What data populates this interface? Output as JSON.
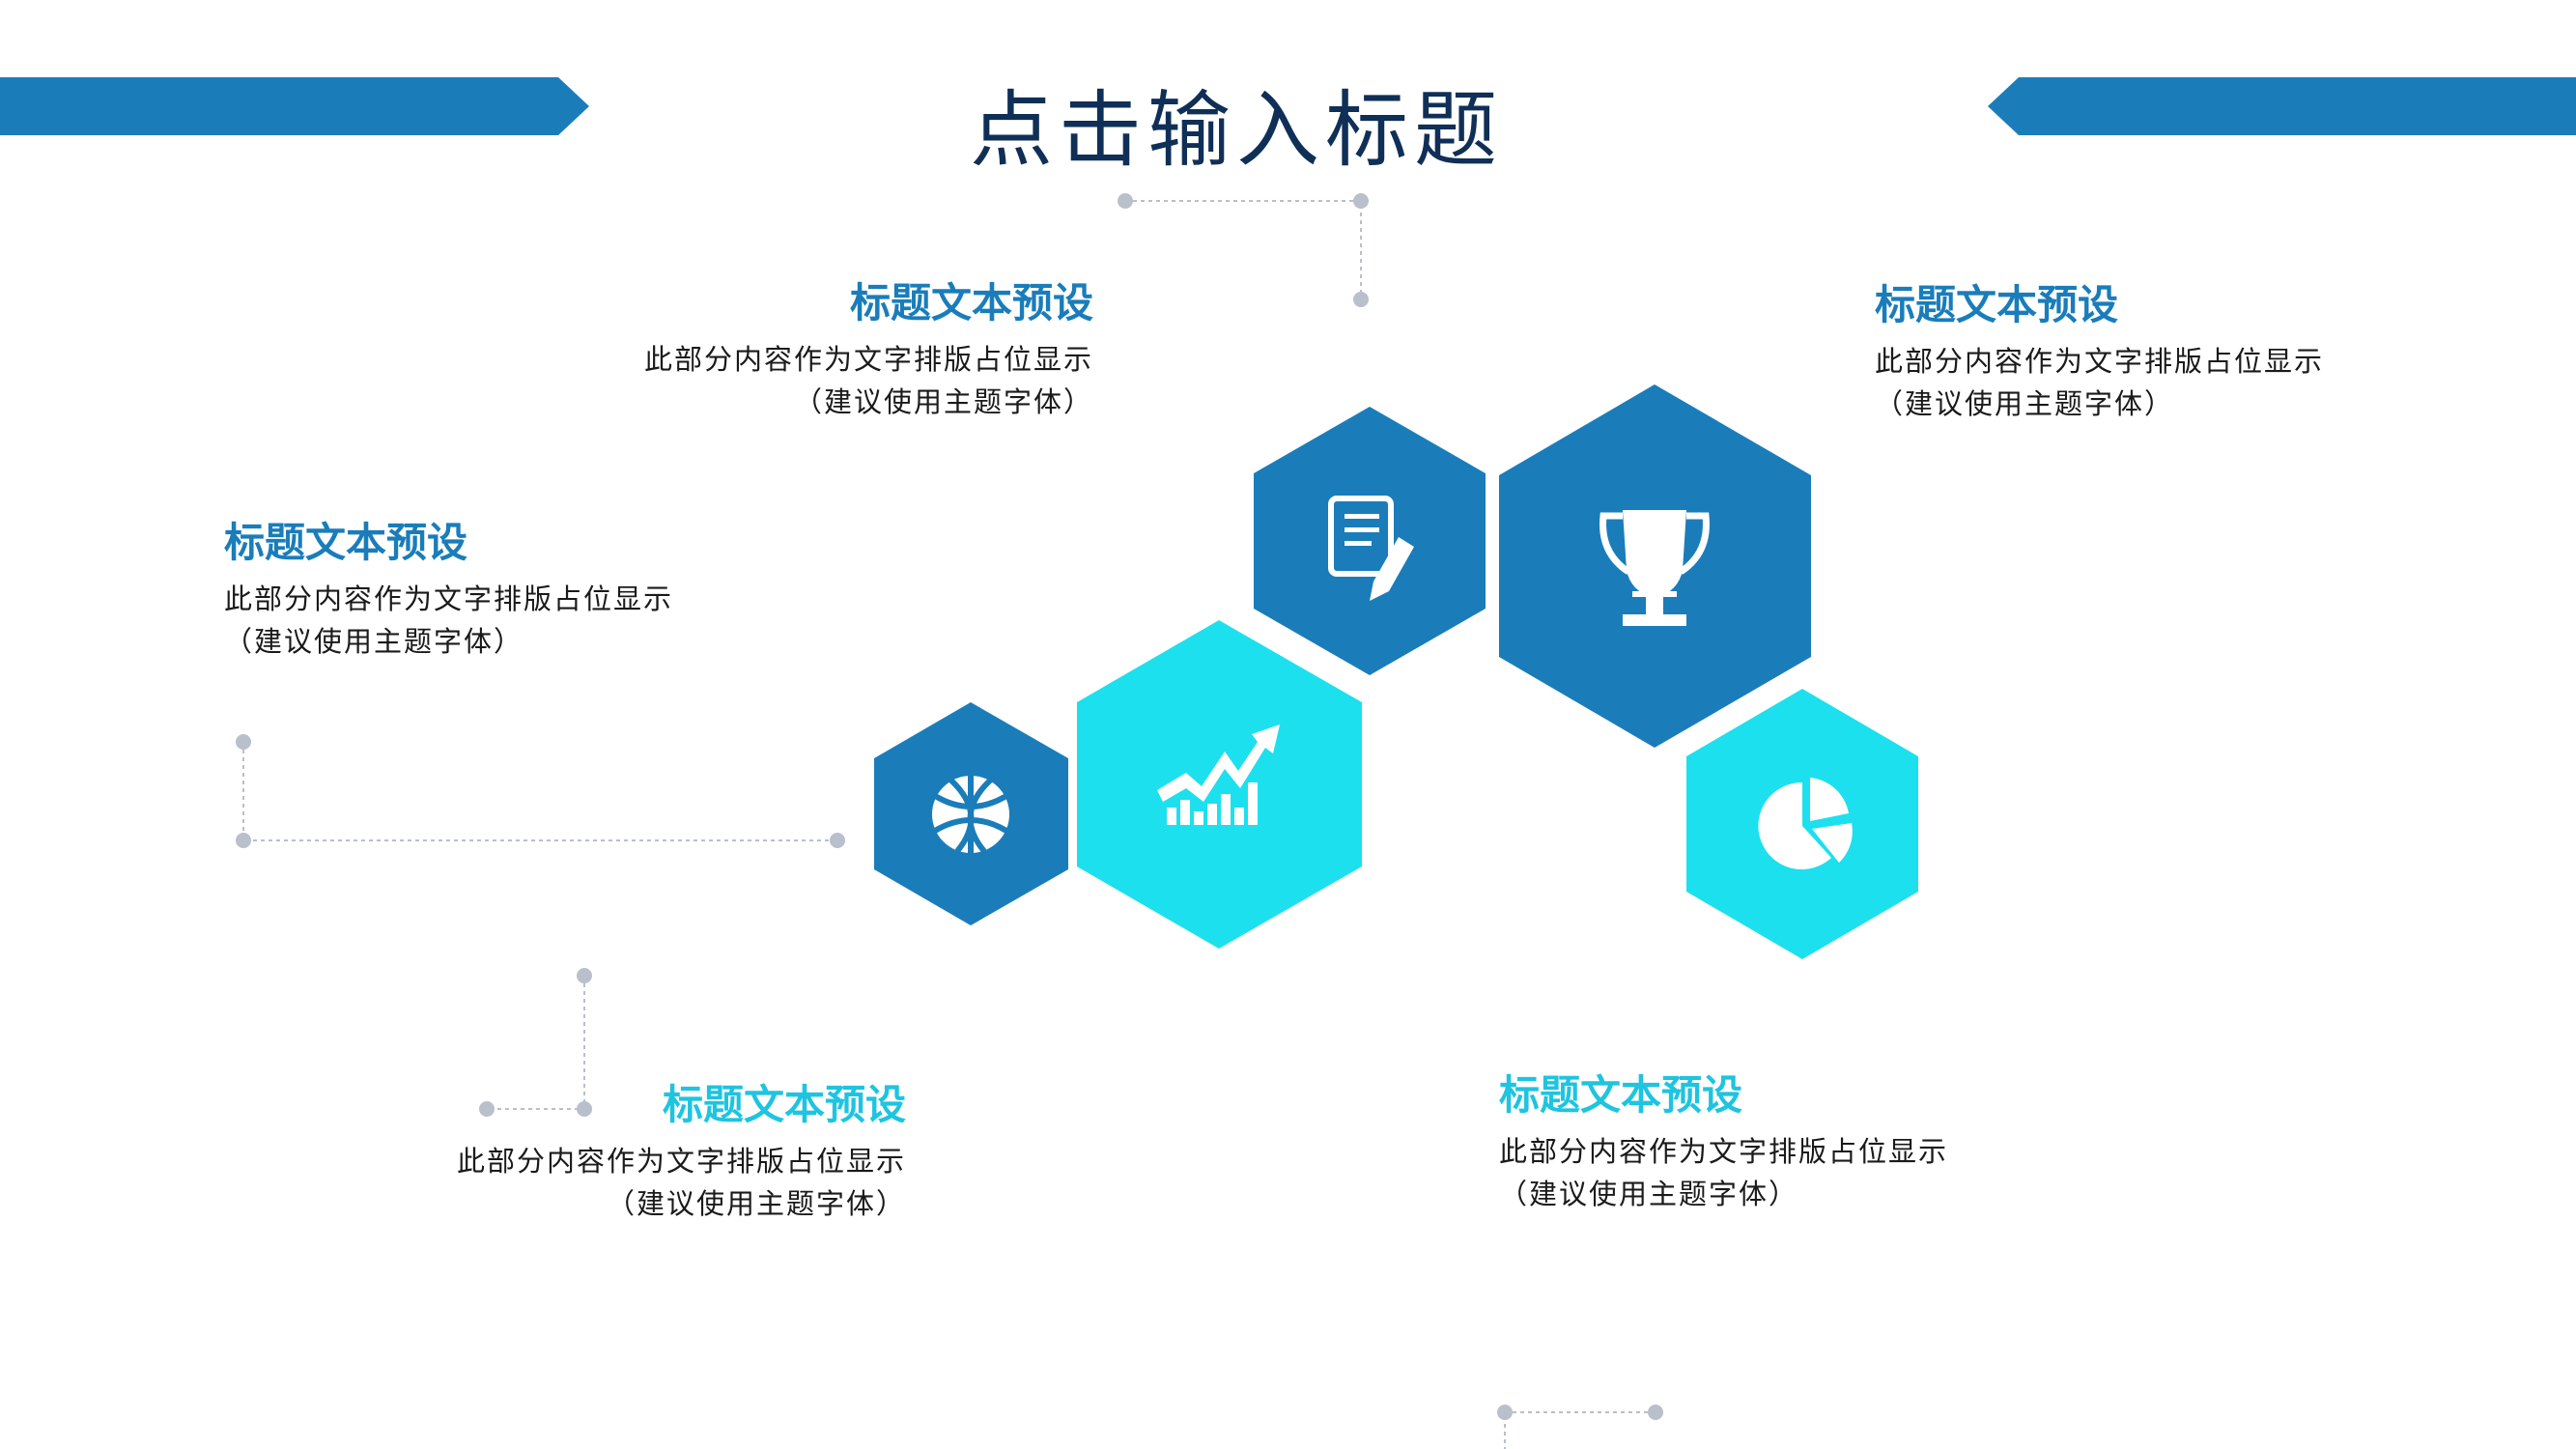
{
  "header": {
    "title": "点击输入标题"
  },
  "colors": {
    "primary_blue": "#1a7dba",
    "cyan": "#1de0ee",
    "title_navy": "#0f2f57",
    "connector_gray": "#b9bfcb"
  },
  "blocks": [
    {
      "heading": "标题文本预设",
      "line1": "此部分内容作为文字排版占位显示",
      "line2": "（建议使用主题字体）"
    },
    {
      "heading": "标题文本预设",
      "line1": "此部分内容作为文字排版占位显示",
      "line2": "（建议使用主题字体）"
    },
    {
      "heading": "标题文本预设",
      "line1": "此部分内容作为文字排版占位显示",
      "line2": "（建议使用主题字体）"
    },
    {
      "heading": "标题文本预设",
      "line1": "此部分内容作为文字排版占位显示",
      "line2": "（建议使用主题字体）"
    },
    {
      "heading": "标题文本预设",
      "line1": "此部分内容作为文字排版占位显示",
      "line2": "（建议使用主题字体）"
    }
  ],
  "hexagons": [
    {
      "icon": "basketball-icon",
      "color": "#1a7dba"
    },
    {
      "icon": "growth-chart-icon",
      "color": "#1de0ee"
    },
    {
      "icon": "document-edit-icon",
      "color": "#1a7dba"
    },
    {
      "icon": "trophy-icon",
      "color": "#1a7dba"
    },
    {
      "icon": "pie-chart-icon",
      "color": "#1de0ee"
    }
  ]
}
